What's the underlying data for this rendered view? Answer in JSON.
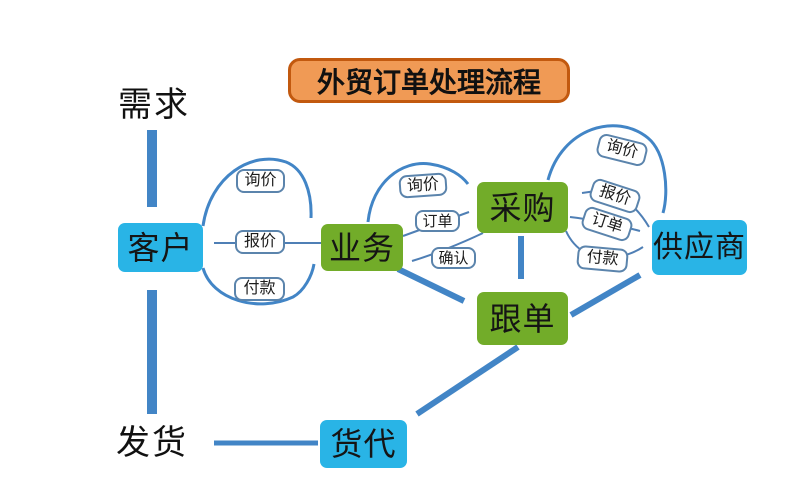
{
  "title": {
    "text": "外贸订单处理流程"
  },
  "free_labels": {
    "demand": "需求",
    "ship": "发货"
  },
  "nodes": {
    "customer": {
      "label": "客户"
    },
    "business": {
      "label": "业务"
    },
    "purchase": {
      "label": "采购"
    },
    "follow_up": {
      "label": "跟单"
    },
    "supplier": {
      "label": "供应商"
    },
    "forwarder": {
      "label": "货代"
    }
  },
  "edge_labels": {
    "customer_business": {
      "inquiry": "询价",
      "quote": "报价",
      "payment": "付款"
    },
    "business_purchase": {
      "inquiry": "询价",
      "order": "订单",
      "confirm": "确认"
    },
    "purchase_supplier": {
      "inquiry": "询价",
      "quote": "报价",
      "order": "订单",
      "payment": "付款"
    }
  },
  "colors": {
    "node_cyan": "#29b4e6",
    "node_green": "#72ac29",
    "title_fill": "#f09a55",
    "title_border": "#c2590f",
    "arrow_blue": "#4285c6",
    "line_blue": "#4f7fb5",
    "label_border": "#5b84ac"
  }
}
